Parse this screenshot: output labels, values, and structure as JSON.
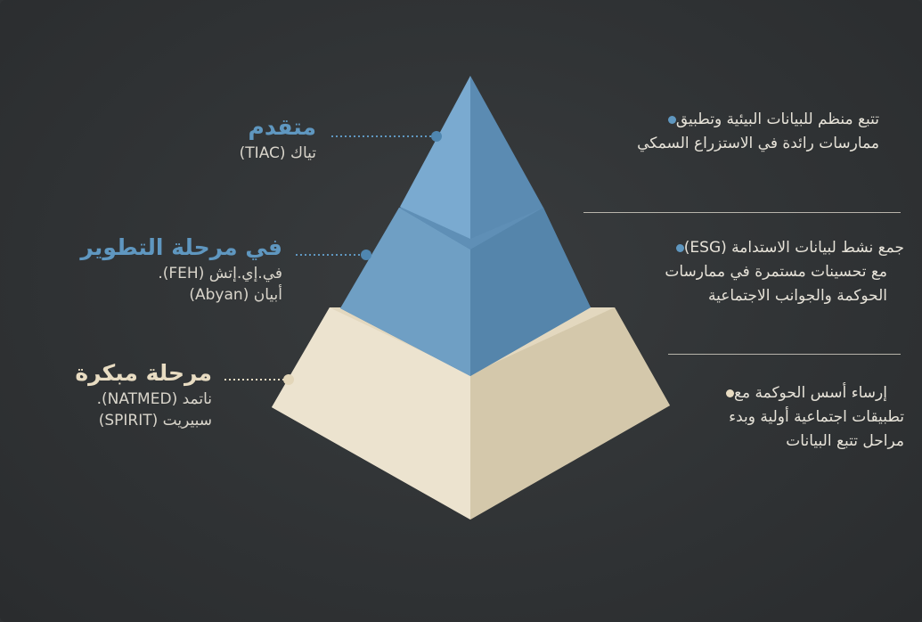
{
  "colors": {
    "background": "#2f3234",
    "advanced": "#5f97c0",
    "developing": "#5f97c0",
    "early": "#e8dcc2",
    "text": "#e6e2d8"
  },
  "stages": [
    {
      "title": "متقدم",
      "lines": [
        "تياك (TIAC)"
      ],
      "description": [
        "تتبع منظم للبيانات البيئية وتطبيق",
        "ممارسات رائدة في الاستزراع السمكي"
      ]
    },
    {
      "title": "في مرحلة التطوير",
      "lines": [
        "في.إي.إتش (FEH).",
        "أبيان (Abyan)"
      ],
      "description": [
        "جمع نشط لبيانات الاستدامة (ESG)",
        "مع تحسينات مستمرة في ممارسات",
        "الحوكمة والجوانب الاجتماعية"
      ]
    },
    {
      "title": "مرحلة مبكرة",
      "lines": [
        "ناتمد (NATMED).",
        "سبيريت (SPIRIT)"
      ],
      "description": [
        "إرساء أسس الحوكمة مع",
        "تطبيقات اجتماعية أولية وبدء",
        "مراحل تتبع البيانات"
      ]
    }
  ]
}
